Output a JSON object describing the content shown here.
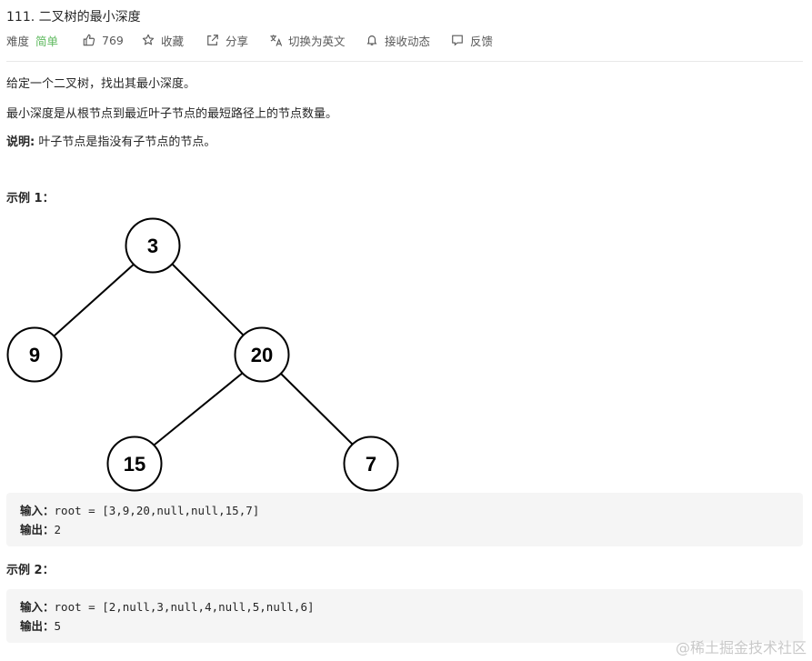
{
  "problem": {
    "title": "111. 二叉树的最小深度"
  },
  "toolbar": {
    "difficulty_label": "难度",
    "difficulty_value": "简单",
    "likes": "769",
    "favorite": "收藏",
    "share": "分享",
    "switch_lang": "切换为英文",
    "subscribe": "接收动态",
    "feedback": "反馈"
  },
  "description": {
    "p1": "给定一个二叉树，找出其最小深度。",
    "p2": "最小深度是从根节点到最近叶子节点的最短路径上的节点数量。",
    "note_label": "说明:",
    "note_text": "叶子节点是指没有子节点的节点。"
  },
  "example1": {
    "title": "示例 1：",
    "tree_nodes": [
      "3",
      "9",
      "20",
      "15",
      "7"
    ],
    "input_label": "输入：",
    "input_value": "root = [3,9,20,null,null,15,7]",
    "output_label": "输出：",
    "output_value": "2"
  },
  "example2": {
    "title": "示例 2：",
    "input_label": "输入：",
    "input_value": "root = [2,null,3,null,4,null,5,null,6]",
    "output_label": "输出：",
    "output_value": "5"
  },
  "watermark": "@稀土掘金技术社区",
  "colors": {
    "easy": "#5cb85c",
    "code_bg": "#f5f5f5",
    "divider": "#e8e8e8"
  }
}
